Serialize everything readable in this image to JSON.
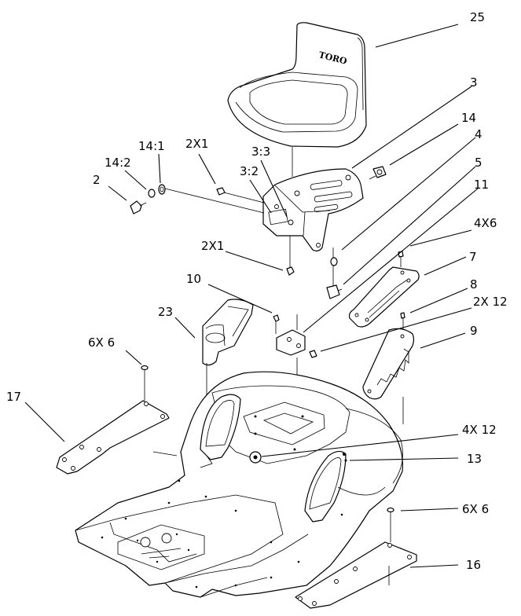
{
  "callouts": {
    "c25": "25",
    "c3": "3",
    "c14": "14",
    "c4": "4",
    "c5": "5",
    "c11": "11",
    "c4x6": "4X6",
    "c7": "7",
    "c8": "8",
    "c2x12": "2X 12",
    "c9": "9",
    "c14_1": "14:1",
    "c14_2": "14:2",
    "c2": "2",
    "c2x1a": "2X1",
    "c3_3": "3:3",
    "c3_2": "3:2",
    "c2x1b": "2X1",
    "c10": "10",
    "c23": "23",
    "c6x6a": "6X 6",
    "c17": "17",
    "c4x12": "4X 12",
    "c13": "13",
    "c6x6b": "6X 6",
    "c16": "16"
  },
  "seat": {
    "brand_mark": "TORO"
  }
}
